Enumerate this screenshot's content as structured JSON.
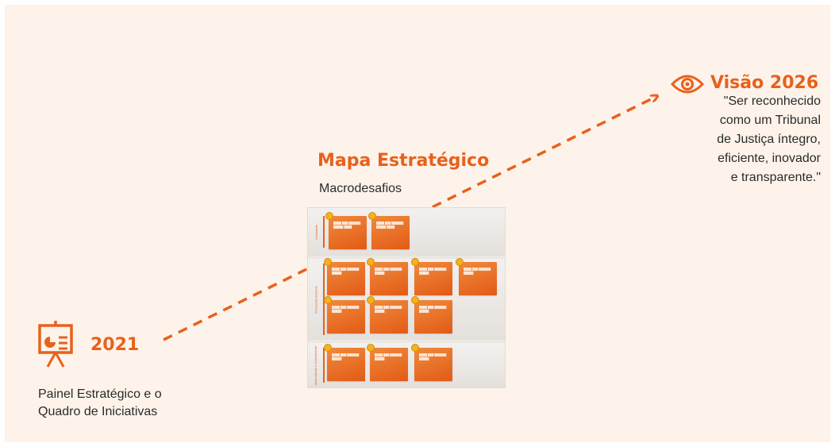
{
  "colors": {
    "accent": "#e8611c",
    "panel_bg": "#fdf3ea",
    "text": "#2b2b2b",
    "card_pin": "#f6b21b"
  },
  "start": {
    "icon": "presentation-board-icon",
    "year": "2021",
    "description_line1": "Painel Estratégico e o",
    "description_line2": "Quadro de Iniciativas"
  },
  "mapa": {
    "title": "Mapa Estratégico",
    "subtitle": "Macrodesafios",
    "thumbnail": {
      "bands": [
        {
          "label": "Sociedade",
          "card_count": 2
        },
        {
          "label": "Processos Internos",
          "card_count": 7
        },
        {
          "label": "Aprendizado e Crescimento",
          "card_count": 3
        }
      ]
    }
  },
  "visao": {
    "icon": "eye-icon",
    "title": "Visão 2026",
    "quote_lines": [
      "\"Ser reconhecido",
      "como um Tribunal",
      "de Justiça íntegro,",
      "eficiente, inovador",
      "e transparente.\""
    ]
  }
}
